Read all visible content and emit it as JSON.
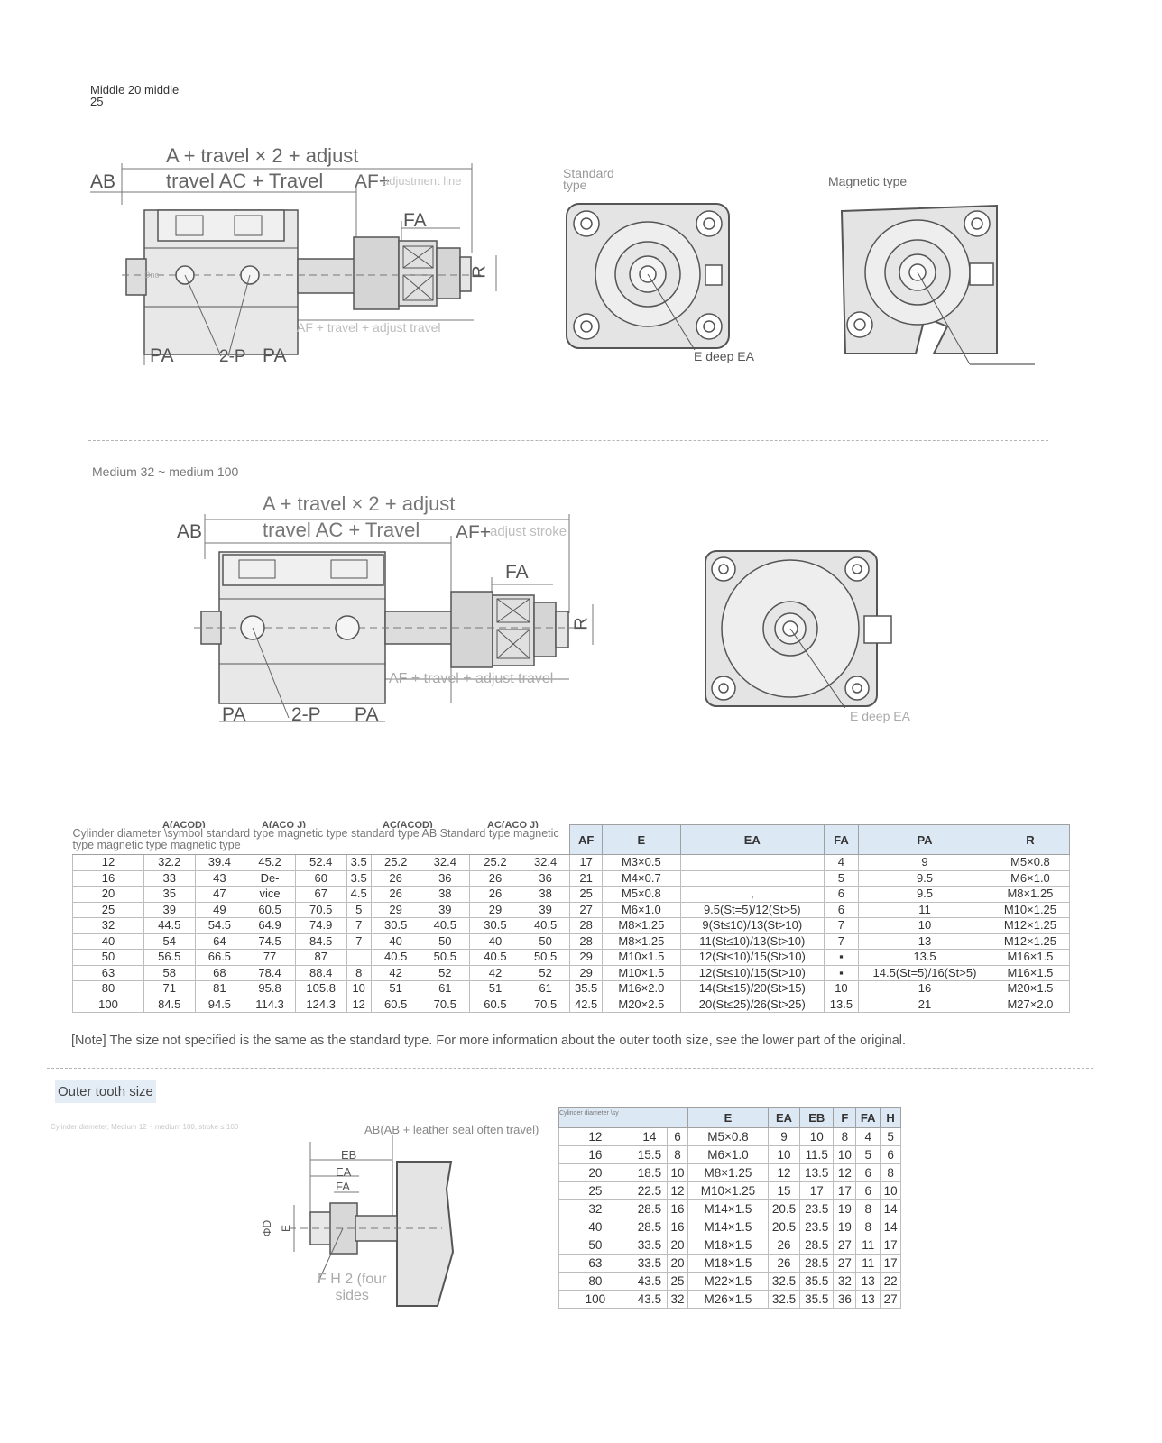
{
  "section1": {
    "title_line1": "Middle 20 middle",
    "title_line2": "25",
    "side_labels": {
      "top1": "A + travel × 2 + adjust",
      "top2": "travel AC + Travel",
      "ab": "AB",
      "af": "AF+",
      "af_note": "adjustment line",
      "fa": "FA",
      "r": "R",
      "af_bottom": "AF + travel + adjust travel",
      "pa_left": "PA",
      "p2": "2-P",
      "pa_right": "PA",
      "dno": "Dno"
    },
    "standard_label": "Standard type",
    "magnetic_label": "Magnetic type",
    "edeep": "E deep EA"
  },
  "section2": {
    "title": "Medium 32 ~ medium 100",
    "side_labels": {
      "top1": "A + travel × 2 + adjust",
      "top2": "travel AC + Travel",
      "ab": "AB",
      "af": "AF+",
      "af_note": "adjust stroke",
      "fa": "FA",
      "r": "R",
      "af_bottom": "AF + travel + adjust travel",
      "pa_left": "PA",
      "p2": "2-P",
      "pa_right": "PA"
    },
    "edeep": "E deep EA"
  },
  "table1": {
    "header_merged": "Cylinder diameter \\symbol standard type magnetic type standard type AB Standard type magnetic type magnetic type magnetic type",
    "header_overlay": [
      "A(ACOD)",
      "A(ACO J)",
      "AC(ACOD)",
      "AC(ACO J)"
    ],
    "headers": [
      "AF",
      "E",
      "EA",
      "FA",
      "PA",
      "R"
    ],
    "rows": [
      [
        "12",
        "32.2",
        "39.4",
        "45.2",
        "52.4",
        "3.5",
        "25.2",
        "32.4",
        "25.2",
        "32.4",
        "17",
        "M3×0.5",
        "",
        "4",
        "9",
        "M5×0.8"
      ],
      [
        "16",
        "33",
        "43",
        "De-",
        "60",
        "3.5",
        "26",
        "36",
        "26",
        "36",
        "21",
        "M4×0.7",
        "",
        "5",
        "9.5",
        "M6×1.0"
      ],
      [
        "20",
        "35",
        "47",
        "vice",
        "67",
        "4.5",
        "26",
        "38",
        "26",
        "38",
        "25",
        "M5×0.8",
        ",",
        "6",
        "9.5",
        "M8×1.25"
      ],
      [
        "25",
        "39",
        "49",
        "60.5",
        "70.5",
        "5",
        "29",
        "39",
        "29",
        "39",
        "27",
        "M6×1.0",
        "9.5(St=5)/12(St>5)",
        "6",
        "11",
        "M10×1.25"
      ],
      [
        "32",
        "44.5",
        "54.5",
        "64.9",
        "74.9",
        "7",
        "30.5",
        "40.5",
        "30.5",
        "40.5",
        "28",
        "M8×1.25",
        "9(St≤10)/13(St>10)",
        "7",
        "10",
        "M12×1.25"
      ],
      [
        "40",
        "54",
        "64",
        "74.5",
        "84.5",
        "7",
        "40",
        "50",
        "40",
        "50",
        "28",
        "M8×1.25",
        "11(St≤10)/13(St>10)",
        "7",
        "13",
        "M12×1.25"
      ],
      [
        "50",
        "56.5",
        "66.5",
        "77",
        "87",
        "",
        "40.5",
        "50.5",
        "40.5",
        "50.5",
        "29",
        "M10×1.5",
        "12(St≤10)/15(St>10)",
        "▪",
        "13.5",
        "M16×1.5"
      ],
      [
        "63",
        "58",
        "68",
        "78.4",
        "88.4",
        "8",
        "42",
        "52",
        "42",
        "52",
        "29",
        "M10×1.5",
        "12(St≤10)/15(St>10)",
        "▪",
        "14.5(St=5)/16(St>5)",
        "M16×1.5"
      ],
      [
        "80",
        "71",
        "81",
        "95.8",
        "105.8",
        "10",
        "51",
        "61",
        "51",
        "61",
        "35.5",
        "M16×2.0",
        "14(St≤15)/20(St>15)",
        "10",
        "16",
        "M20×1.5"
      ],
      [
        "100",
        "84.5",
        "94.5",
        "114.3",
        "124.3",
        "12",
        "60.5",
        "70.5",
        "60.5",
        "70.5",
        "42.5",
        "M20×2.5",
        "20(St≤25)/26(St>25)",
        "13.5",
        "21",
        "M27×2.0"
      ]
    ]
  },
  "note": "[Note] The size not specified is the same as the standard type. For more information about the outer tooth size, see the lower part of the original.",
  "section3": {
    "title": "Outer tooth size",
    "subtitle": "Cylinder diameter; Medium 12 ~ medium 100, stroke ≤ 100",
    "ab_label": "AB(AB + leather seal often travel)",
    "eb": "EB",
    "ea": "EA",
    "fa": "FA",
    "phi_d": "ΦD",
    "e": "E",
    "fh_note1": "F H 2 (four",
    "fh_note2": "sides"
  },
  "table2": {
    "header_merged": "Cylinder diameter \\sy",
    "headers": [
      "E",
      "EA",
      "EB",
      "F",
      "FA",
      "H"
    ],
    "rows": [
      [
        "12",
        "14",
        "6",
        "M5×0.8",
        "9",
        "10",
        "8",
        "4",
        "5"
      ],
      [
        "16",
        "15.5",
        "8",
        "M6×1.0",
        "10",
        "11.5",
        "10",
        "5",
        "6"
      ],
      [
        "20",
        "18.5",
        "10",
        "M8×1.25",
        "12",
        "13.5",
        "12",
        "6",
        "8"
      ],
      [
        "25",
        "22.5",
        "12",
        "M10×1.25",
        "15",
        "17",
        "17",
        "6",
        "10"
      ],
      [
        "32",
        "28.5",
        "16",
        "M14×1.5",
        "20.5",
        "23.5",
        "19",
        "8",
        "14"
      ],
      [
        "40",
        "28.5",
        "16",
        "M14×1.5",
        "20.5",
        "23.5",
        "19",
        "8",
        "14"
      ],
      [
        "50",
        "33.5",
        "20",
        "M18×1.5",
        "26",
        "28.5",
        "27",
        "11",
        "17"
      ],
      [
        "63",
        "33.5",
        "20",
        "M18×1.5",
        "26",
        "28.5",
        "27",
        "11",
        "17"
      ],
      [
        "80",
        "43.5",
        "25",
        "M22×1.5",
        "32.5",
        "35.5",
        "32",
        "13",
        "22"
      ],
      [
        "100",
        "43.5",
        "32",
        "M26×1.5",
        "32.5",
        "35.5",
        "36",
        "13",
        "27"
      ]
    ]
  }
}
